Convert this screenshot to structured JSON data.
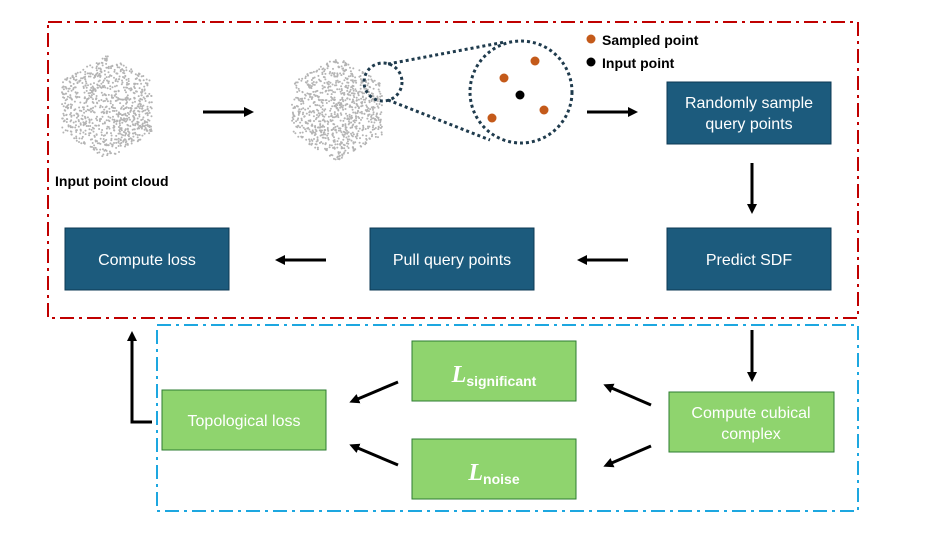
{
  "nodes": {
    "input_cloud_label": "Input point cloud",
    "randomly_sample": [
      "Randomly sample",
      "query points"
    ],
    "predict_sdf": "Predict SDF",
    "pull_query": "Pull query points",
    "compute_loss": "Compute loss",
    "compute_cubical": [
      "Compute cubical",
      "complex"
    ],
    "topological_loss": "Topological loss",
    "l_significant": {
      "symbol": "L",
      "subscript": "significant"
    },
    "l_noise": {
      "symbol": "L",
      "subscript": "noise"
    }
  },
  "legend": {
    "sampled": "Sampled point",
    "input": "Input point"
  },
  "colors": {
    "blue_box": "#1c5b7d",
    "green_box": "#8fd46e",
    "red_border": "#c00000",
    "cyan_border": "#1da7e0",
    "sampled_point": "#c45a1a",
    "input_point": "#000000",
    "cloud_point": "#b4b4b4"
  }
}
